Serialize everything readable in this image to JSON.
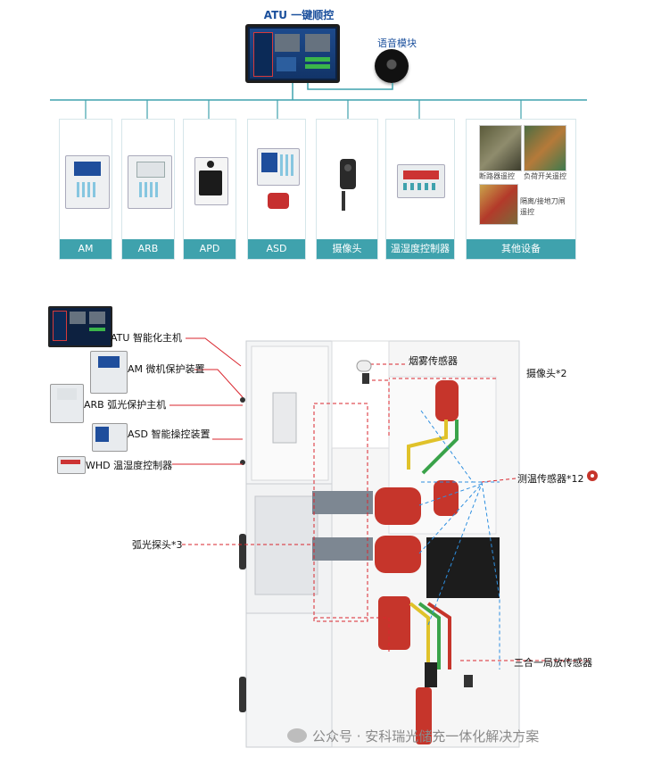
{
  "system": {
    "atu_title": "ATU 一键顺控",
    "voice_title": "语音模块"
  },
  "devices": [
    {
      "label": "AM"
    },
    {
      "label": "ARB"
    },
    {
      "label": "APD"
    },
    {
      "label": "ASD"
    },
    {
      "label": "摄像头"
    },
    {
      "label": "温湿度控制器"
    },
    {
      "label": "其他设备"
    }
  ],
  "other_devices": {
    "breaker_remote": "断路器遥控",
    "load_switch_remote": "负荷开关遥控",
    "isolation_line1": "隔离/接地刀闸",
    "isolation_line2": "遥控"
  },
  "cabinet": {
    "left_labels": {
      "atu": "ATU 智能化主机",
      "am": "AM 微机保护装置",
      "arb": "ARB 弧光保护主机",
      "asd": "ASD 智能操控装置",
      "whd": "WHD 温湿度控制器",
      "arc_probe": "弧光探头*3"
    },
    "right_labels": {
      "smoke": "烟雾传感器",
      "camera": "摄像头*2",
      "temp": "测温传感器*12",
      "pd": "三合一局放传感器"
    }
  },
  "watermark": "公众号 · 安科瑞光储充一体化解决方案",
  "colors": {
    "bus_line": "#3fa2ad",
    "label_bar": "#3fa2ad",
    "red_leader": "#d9262e",
    "blue_dash": "#2e8fe0",
    "title_blue": "#1a4f9c"
  }
}
